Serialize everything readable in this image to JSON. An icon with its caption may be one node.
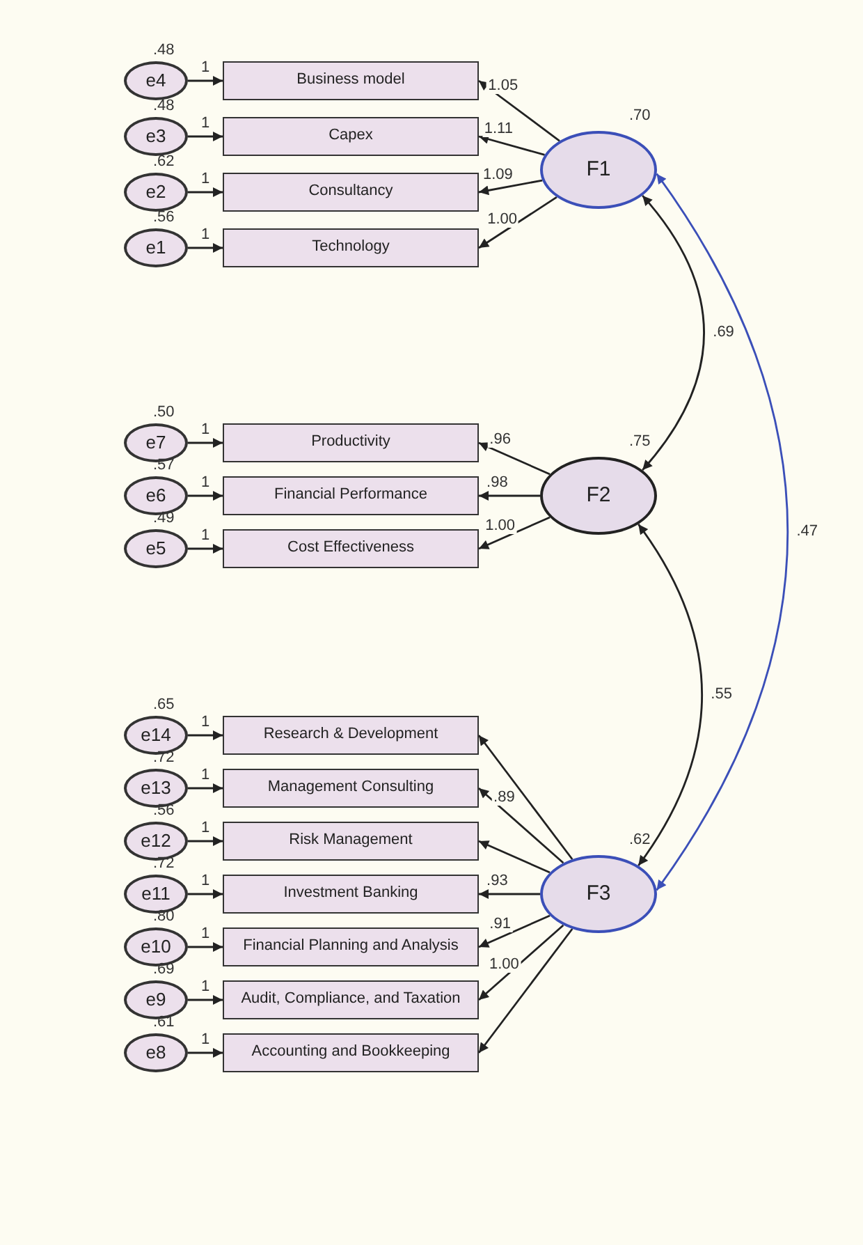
{
  "diagram": {
    "nodes": [
      {
        "text": [
          "F1"
        ],
        "beside": [
          ".70"
        ]
      },
      {
        "text": [
          "F2"
        ],
        "beside": [
          ".75"
        ]
      },
      {
        "text": [
          "F3"
        ],
        "beside": [
          ".62"
        ]
      },
      {
        "text": [
          "Business model"
        ]
      },
      {
        "text": [
          "Capex"
        ]
      },
      {
        "text": [
          "Consultancy"
        ]
      },
      {
        "text": [
          "Technology"
        ]
      },
      {
        "text": [
          "Productivity"
        ]
      },
      {
        "text": [
          "Financial Performance"
        ]
      },
      {
        "text": [
          "Cost Effectiveness"
        ]
      },
      {
        "text": [
          "Research & Development"
        ]
      },
      {
        "text": [
          "Management Consulting"
        ]
      },
      {
        "text": [
          "Risk Management"
        ]
      },
      {
        "text": [
          "Investment Banking"
        ]
      },
      {
        "text": [
          "Financial Planning and Analysis"
        ]
      },
      {
        "text": [
          "Audit, Compliance, and Taxation"
        ]
      },
      {
        "text": [
          "Accounting and Bookkeeping"
        ]
      },
      {
        "text": [
          "e4"
        ],
        "beside": [
          ".48"
        ]
      },
      {
        "text": [
          "e3"
        ],
        "beside": [
          ".48"
        ]
      },
      {
        "text": [
          "e2"
        ],
        "beside": [
          ".62"
        ]
      },
      {
        "text": [
          "e1"
        ],
        "beside": [
          ".56"
        ]
      },
      {
        "text": [
          "e7"
        ],
        "beside": [
          ".50"
        ]
      },
      {
        "text": [
          "e6"
        ],
        "beside": [
          ".57"
        ]
      },
      {
        "text": [
          "e5"
        ],
        "beside": [
          ".49"
        ]
      },
      {
        "text": [
          "e14"
        ],
        "beside": [
          ".65"
        ]
      },
      {
        "text": [
          "e13"
        ],
        "beside": [
          ".72"
        ]
      },
      {
        "text": [
          "e12"
        ],
        "beside": [
          ".56"
        ]
      },
      {
        "text": [
          "e11"
        ],
        "beside": [
          ".72"
        ]
      },
      {
        "text": [
          "e10"
        ],
        "beside": [
          ".80"
        ]
      },
      {
        "text": [
          "e9"
        ],
        "beside": [
          ".69"
        ]
      },
      {
        "text": [
          "e8"
        ],
        "beside": [
          ".61"
        ]
      }
    ],
    "edges": [
      {
        "from": 0,
        "to": 3,
        "arrow": "to",
        "label": "1.05"
      },
      {
        "from": 0,
        "to": 4,
        "arrow": "to",
        "label": "1.11"
      },
      {
        "from": 0,
        "to": 5,
        "arrow": "to",
        "label": "1.09"
      },
      {
        "from": 0,
        "to": 6,
        "arrow": "to",
        "label": "1.00"
      },
      {
        "from": 1,
        "to": 7,
        "arrow": "to",
        "label": ".96"
      },
      {
        "from": 1,
        "to": 8,
        "arrow": "to",
        "label": ".98"
      },
      {
        "from": 1,
        "to": 9,
        "arrow": "to",
        "label": "1.00"
      },
      {
        "from": 2,
        "to": 10,
        "arrow": "to"
      },
      {
        "from": 2,
        "to": 11,
        "arrow": "to",
        "label": ".89"
      },
      {
        "from": 2,
        "to": 12,
        "arrow": "to"
      },
      {
        "from": 2,
        "to": 13,
        "arrow": "to",
        "label": ".93"
      },
      {
        "from": 2,
        "to": 14,
        "arrow": "to",
        "label": ".91"
      },
      {
        "from": 2,
        "to": 15,
        "arrow": "to",
        "label": "1.00"
      },
      {
        "from": 2,
        "to": 16,
        "arrow": "to"
      },
      {
        "from": 17,
        "to": 3,
        "arrow": "to",
        "label": "1"
      },
      {
        "from": 18,
        "to": 4,
        "arrow": "to",
        "label": "1"
      },
      {
        "from": 19,
        "to": 5,
        "arrow": "to",
        "label": "1"
      },
      {
        "from": 20,
        "to": 6,
        "arrow": "to",
        "label": "1"
      },
      {
        "from": 21,
        "to": 7,
        "arrow": "to",
        "label": "1"
      },
      {
        "from": 22,
        "to": 8,
        "arrow": "to",
        "label": "1"
      },
      {
        "from": 23,
        "to": 9,
        "arrow": "to",
        "label": "1"
      },
      {
        "from": 24,
        "to": 10,
        "arrow": "to",
        "label": "1"
      },
      {
        "from": 25,
        "to": 11,
        "arrow": "to",
        "label": "1"
      },
      {
        "from": 26,
        "to": 12,
        "arrow": "to",
        "label": "1"
      },
      {
        "from": 27,
        "to": 13,
        "arrow": "to",
        "label": "1"
      },
      {
        "from": 28,
        "to": 14,
        "arrow": "to",
        "label": "1"
      },
      {
        "from": 29,
        "to": 15,
        "arrow": "to",
        "label": "1"
      },
      {
        "from": 30,
        "to": 16,
        "arrow": "to",
        "label": "1"
      },
      {
        "from": 0,
        "to": 1,
        "arrow": "both",
        "label": ".69"
      },
      {
        "from": 1,
        "to": 2,
        "arrow": "both",
        "label": ".55"
      },
      {
        "from": 0,
        "to": 2,
        "arrow": "both",
        "label": ".47",
        "color": "#3b4fb8"
      }
    ]
  }
}
